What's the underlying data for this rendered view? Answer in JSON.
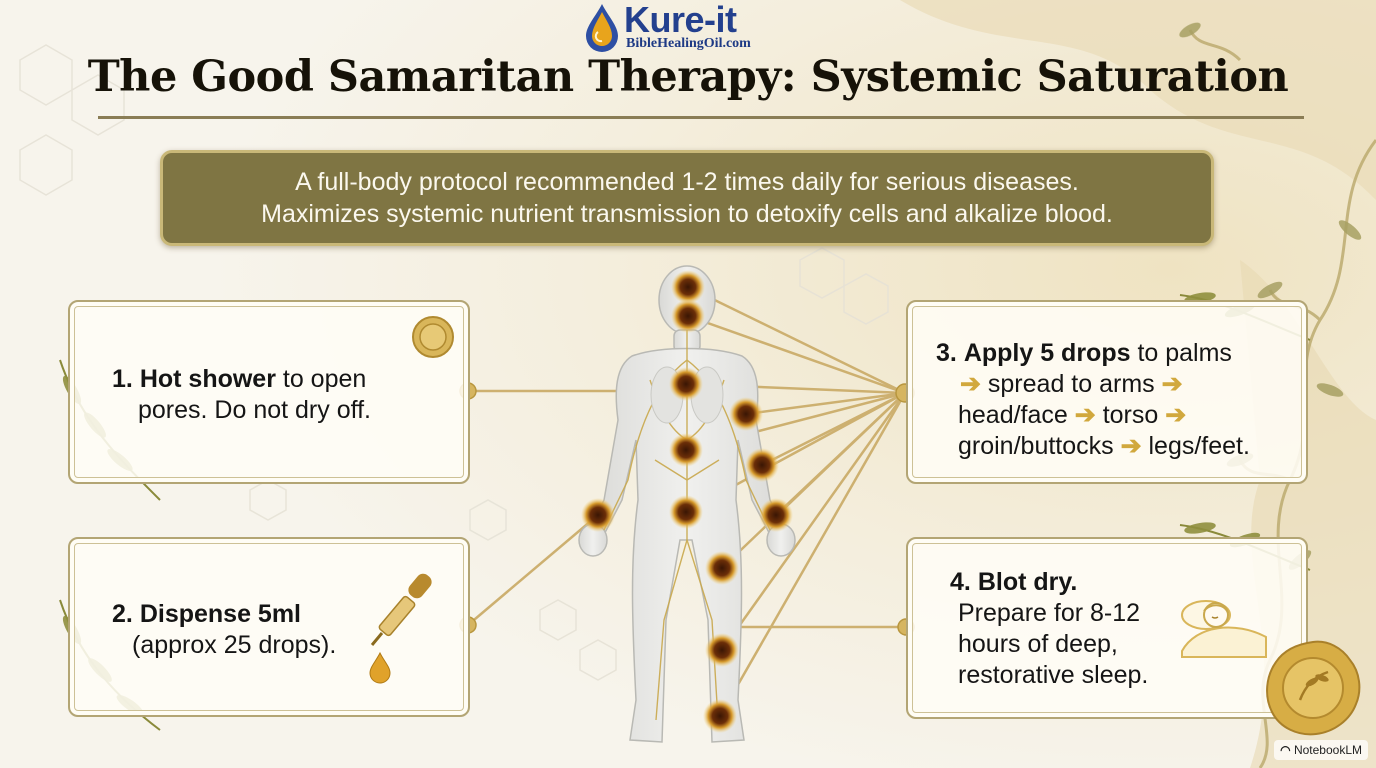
{
  "brand": {
    "name": "Kure-it",
    "site": "BibleHealingOil.com"
  },
  "title": "The Good Samaritan Therapy: Systemic Saturation",
  "banner": {
    "line1": "A full-body protocol recommended 1-2 times daily for serious diseases.",
    "line2": "Maximizes systemic nutrient transmission to detoxify cells and alkalize blood."
  },
  "steps": [
    {
      "number": "1.",
      "bold": "Hot shower",
      "text_a": " to open",
      "text_b": "pores. Do not dry off."
    },
    {
      "number": "2.",
      "bold": "Dispense 5ml",
      "text_b": "(approx 25 drops)."
    },
    {
      "number": "3.",
      "bold": "Apply 5 drops",
      "text_a": " to palms",
      "seq1": "spread to arms",
      "seq2": "head/face",
      "seq3": "torso",
      "seq4": "groin/buttocks",
      "seq5": "legs/feet."
    },
    {
      "number": "4.",
      "bold": "Blot dry.",
      "line2": "Prepare for 8-12",
      "line3": "hours of deep,",
      "line4": "restorative sleep."
    }
  ],
  "icons": {
    "step1": "wax-seal-badge-icon",
    "step2": "oil-dropper-icon",
    "step4": "sleeping-person-icon",
    "seal": "wax-seal-icon",
    "arrow": "arrow-right-icon",
    "watermark": "notebooklm-icon"
  },
  "watermark": "NotebookLM",
  "colors": {
    "gold": "#c9a84c",
    "banner": "#7f7543",
    "brand_blue": "#23408e",
    "hotspot": "#5a2a0a"
  }
}
